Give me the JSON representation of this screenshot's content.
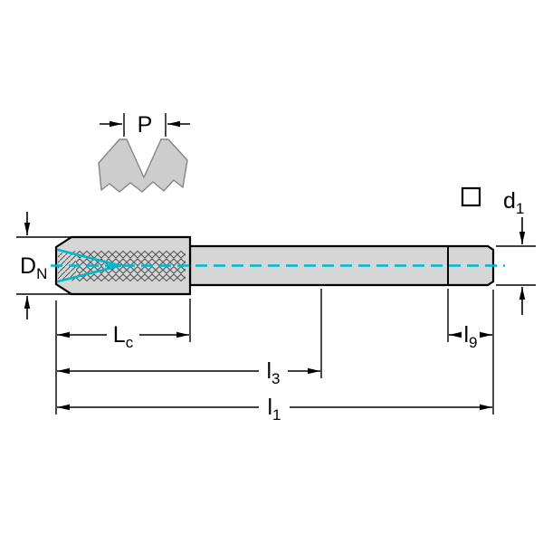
{
  "labels": {
    "p": {
      "base": "P"
    },
    "dn": {
      "base": "D",
      "sub": "N"
    },
    "d1": {
      "base": "d",
      "sub": "1"
    },
    "lc": {
      "base": "L",
      "sub": "c"
    },
    "l9": {
      "base": "l",
      "sub": "9"
    },
    "l3": {
      "base": "l",
      "sub": "3"
    },
    "l1": {
      "base": "l",
      "sub": "1"
    }
  },
  "colors": {
    "accent_cyan": "#00b7cd",
    "body_fill": "#d6d6d6",
    "profile_fill": "#cdcdcd",
    "hatch": "#555555",
    "line": "#000000"
  }
}
